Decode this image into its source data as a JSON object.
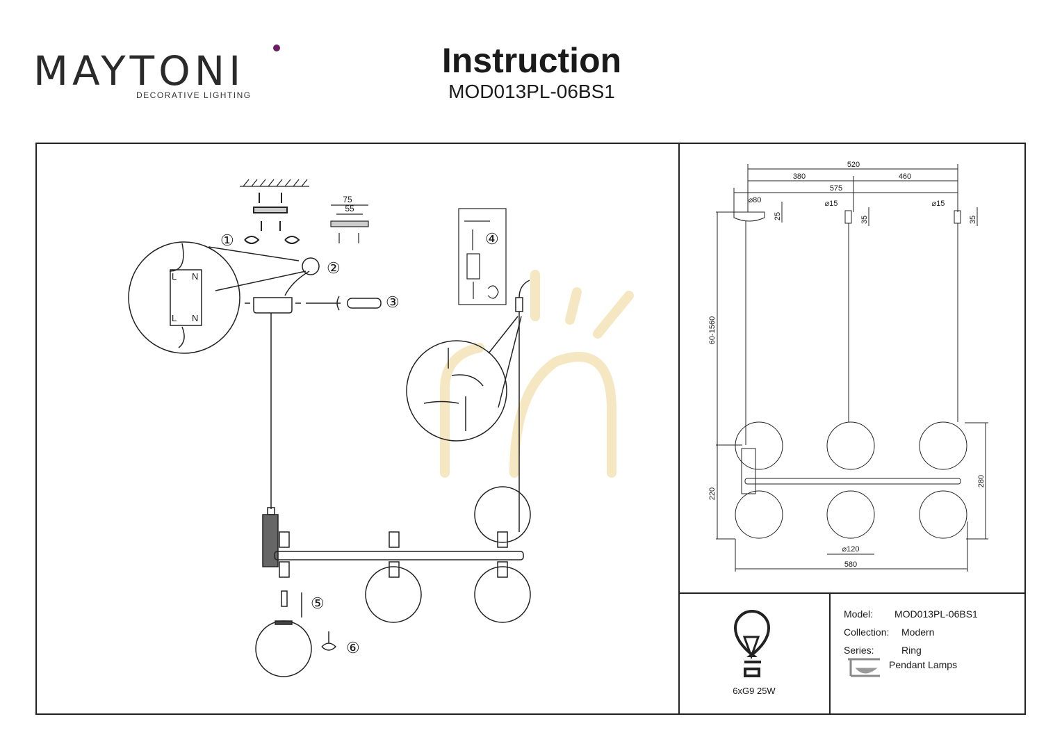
{
  "brand": {
    "name": "MAYTONI",
    "tagline": "DECORATIVE LIGHTING"
  },
  "header": {
    "title": "Instruction",
    "model": "MOD013PL-06BS1"
  },
  "steps": [
    "①",
    "②",
    "③",
    "④",
    "⑤",
    "⑥"
  ],
  "wiring": {
    "l": "L",
    "n": "N"
  },
  "bracket_dims": {
    "outer": "75",
    "inner": "55"
  },
  "dimensions": {
    "width_total": "520",
    "left_span": "380",
    "right_span": "460",
    "canopy_span": "575",
    "canopy_diameter": "⌀80",
    "canopy_height": "25",
    "small_canopy_diameter_1": "⌀15",
    "small_canopy_height_1": "35",
    "small_canopy_diameter_2": "⌀15",
    "small_canopy_height_2": "35",
    "suspension": "60-1560",
    "body_height_left": "220",
    "body_height_right": "280",
    "shade_diameter": "⌀120",
    "body_width": "580"
  },
  "bulb": {
    "label": "6xG9 25W",
    "icon": "light-bulb-icon"
  },
  "specs": {
    "model_label": "Model:",
    "model_value": "MOD013PL-06BS1",
    "collection_label": "Collection:",
    "collection_value": "Modern",
    "series_label": "Series:",
    "series_value": "Ring",
    "type_value": "Pendant Lamps",
    "type_icon": "pendant-lamp-icon"
  },
  "colors": {
    "line": "#222222",
    "brand_dot": "#6b1e63",
    "watermark": "#f3e3b8"
  }
}
